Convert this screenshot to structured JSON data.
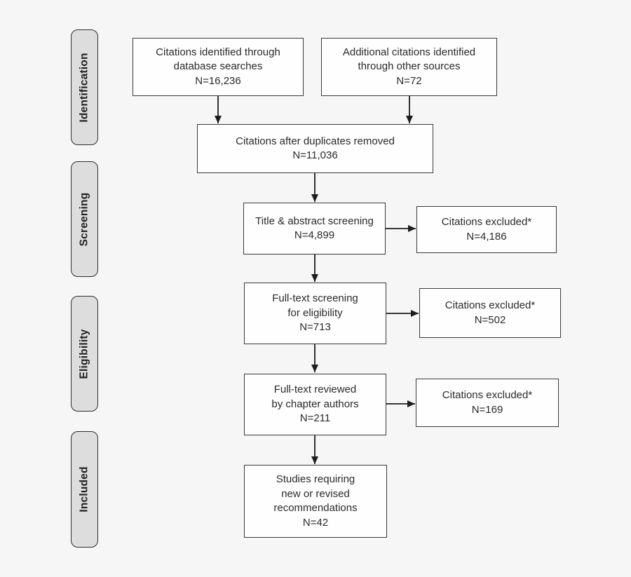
{
  "diagram": {
    "stages": [
      {
        "label": "Identification"
      },
      {
        "label": "Screening"
      },
      {
        "label": "Eligibility"
      },
      {
        "label": "Included"
      }
    ],
    "boxes": [
      {
        "name": "citations-database-searches",
        "text": "Citations identified through\ndatabase searches",
        "n": "N=16,236"
      },
      {
        "name": "citations-other-sources",
        "text": "Additional citations identified\nthrough other sources",
        "n": "N=72"
      },
      {
        "name": "citations-after-duplicates",
        "text": "Citations after duplicates removed",
        "n": "N=11,036"
      },
      {
        "name": "title-abstract-screening",
        "text": "Title & abstract screening",
        "n": "N=4,899"
      },
      {
        "name": "fulltext-screening",
        "text": "Full-text screening\nfor eligibility",
        "n": "N=713"
      },
      {
        "name": "fulltext-reviewed",
        "text": "Full-text reviewed\nby chapter authors",
        "n": "N=211"
      },
      {
        "name": "studies-included",
        "text": "Studies requiring\nnew or revised\nrecommendations",
        "n": "N=42"
      }
    ],
    "excluded": [
      {
        "name": "excluded-title-abstract",
        "text": "Citations excluded*",
        "n": "N=4,186"
      },
      {
        "name": "excluded-fulltext-screening",
        "text": "Citations excluded*",
        "n": "N=502"
      },
      {
        "name": "excluded-fulltext-review",
        "text": "Citations excluded*",
        "n": "N=169"
      }
    ],
    "colors": {
      "background": "#f5f6f5",
      "box_fill": "#fefefe",
      "box_border": "#3a3a3a",
      "stage_fill": "#dcdddc",
      "stage_border": "#2f2f2f",
      "arrow": "#1d1d1d",
      "text": "#2a2a2a"
    }
  }
}
